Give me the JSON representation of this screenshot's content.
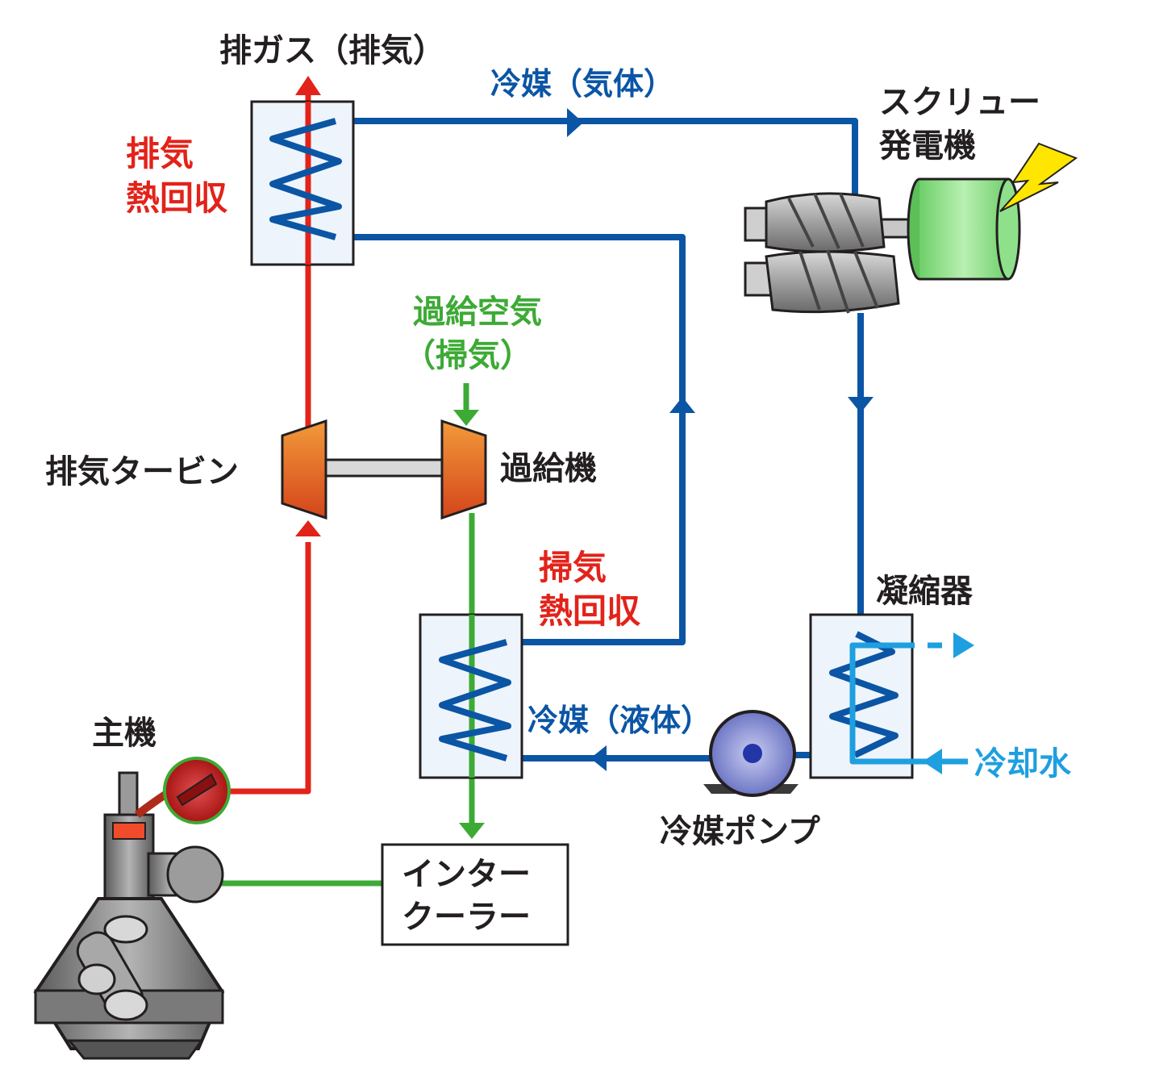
{
  "labels": {
    "exhaust_gas": "排ガス（排気）",
    "refrigerant_gas": "冷媒（気体）",
    "screw_generator_line1": "スクリュー",
    "screw_generator_line2": "発電機",
    "exhaust_recovery_line1": "排気",
    "exhaust_recovery_line2": "熱回収",
    "charge_air_line1": "過給空気",
    "charge_air_line2": "（掃気）",
    "exhaust_turbine": "排気タービン",
    "turbocharger": "過給機",
    "scavenge_recovery_line1": "掃気",
    "scavenge_recovery_line2": "熱回収",
    "condenser": "凝縮器",
    "refrigerant_liquid": "冷媒（液体）",
    "cooling_water": "冷却水",
    "refrigerant_pump": "冷媒ポンプ",
    "main_engine": "主機",
    "intercooler_line1": "インター",
    "intercooler_line2": "クーラー"
  },
  "colors": {
    "exhaust": "#e2231a",
    "refrigerant": "#0b55a5",
    "charge_air": "#3daa35",
    "cooling_water": "#1e9fe0",
    "text": "#231f20",
    "generator": "#8fe08a",
    "turbine": "#e8732a",
    "lightning": "#ffe600"
  },
  "icons": [
    "lightning-icon",
    "screw-rotor-icon",
    "generator-icon",
    "pump-icon",
    "engine-icon",
    "turbine-icon"
  ]
}
